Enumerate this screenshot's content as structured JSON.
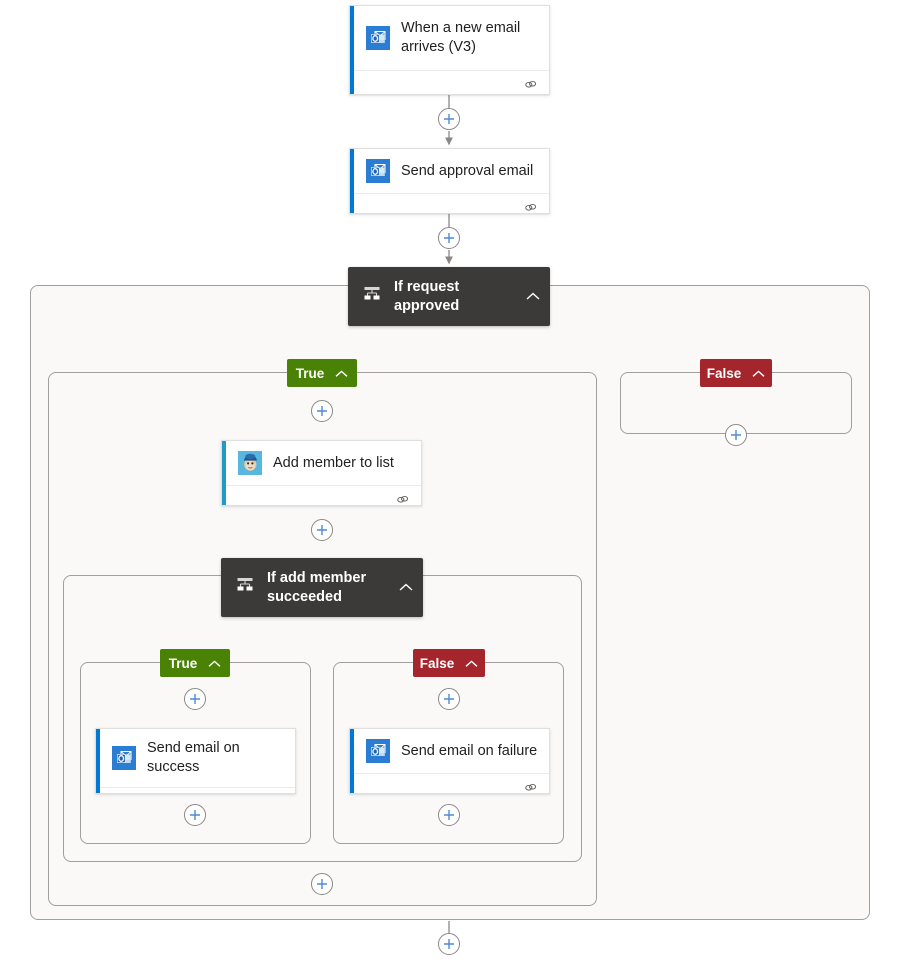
{
  "canvas": {
    "background": "#ffffff",
    "scope_background": "#faf9f8",
    "scope_border": "#a19f9d"
  },
  "colors": {
    "accent_blue": "#0078d4",
    "accent_teal": "#1f9bc4",
    "condition_bg": "#3b3a39",
    "true_green": "#498205",
    "false_red": "#a4262c",
    "plus_blue": "#4f88d8",
    "connector_line": "#8a8886"
  },
  "nodes": {
    "trigger": {
      "title": "When a new email arrives (V3)",
      "icon": "outlook-icon",
      "connector_icon": "connections-link-icon",
      "accent": "#0078d4"
    },
    "send_approval": {
      "title": "Send approval email",
      "icon": "outlook-icon",
      "connector_icon": "connections-link-icon",
      "accent": "#0078d4"
    },
    "condition_outer": {
      "title": "If request approved",
      "icon": "condition-branch-icon",
      "collapse_icon": "chevron-up-icon"
    },
    "add_member": {
      "title": "Add member to list",
      "icon": "mailchimp-icon",
      "connector_icon": "connections-link-icon",
      "accent": "#1f9bc4"
    },
    "condition_inner": {
      "title": "If add member succeeded",
      "icon": "condition-branch-icon",
      "collapse_icon": "chevron-up-icon"
    },
    "send_success": {
      "title": "Send email on success",
      "icon": "outlook-icon",
      "connector_icon": "connections-link-icon",
      "accent": "#0078d4"
    },
    "send_failure": {
      "title": "Send email on failure",
      "icon": "outlook-icon",
      "connector_icon": "connections-link-icon",
      "accent": "#0078d4"
    }
  },
  "branches": {
    "outer_true": {
      "label": "True",
      "collapse_icon": "chevron-up-icon"
    },
    "outer_false": {
      "label": "False",
      "collapse_icon": "chevron-up-icon"
    },
    "inner_true": {
      "label": "True",
      "collapse_icon": "chevron-up-icon"
    },
    "inner_false": {
      "label": "False",
      "collapse_icon": "chevron-up-icon"
    }
  },
  "add_buttons": {
    "after_trigger": "add-step-icon",
    "after_send_approval": "add-step-icon",
    "outer_false_branch": "add-step-icon",
    "before_add_member": "add-step-icon",
    "after_add_member": "add-step-icon",
    "inner_true_before_card": "add-step-icon",
    "inner_true_after_card": "add-step-icon",
    "inner_false_before_card": "add-step-icon",
    "inner_false_after_card": "add-step-icon",
    "outer_true_bottom": "add-step-icon",
    "flow_end": "add-step-icon"
  }
}
